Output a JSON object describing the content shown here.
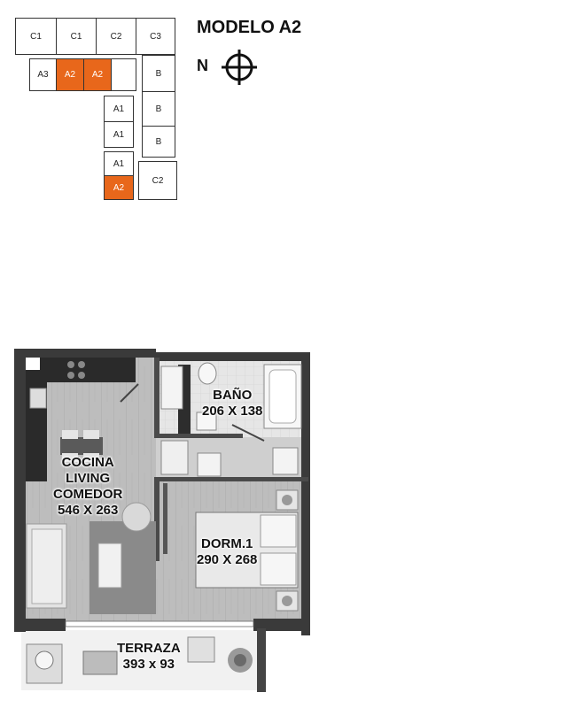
{
  "header": {
    "title": "MODELO A2",
    "north_label": "N"
  },
  "key_plan": {
    "units": [
      "C1",
      "C1",
      "C2",
      "C3",
      "A3",
      "A2",
      "A2",
      "B",
      "B",
      "A1",
      "A1",
      "B",
      "A1",
      "A2",
      "C2"
    ],
    "highlight_color": "#e8671b"
  },
  "rooms": {
    "living": {
      "line1": "COCINA",
      "line2": "LIVING",
      "line3": "COMEDOR",
      "dims": "546 X 263"
    },
    "bath": {
      "name": "BAÑO",
      "dims": "206 X 138"
    },
    "bedroom": {
      "name": "DORM.1",
      "dims": "290 X 268"
    },
    "terrace": {
      "name": "TERRAZA",
      "dims": "393 x 93"
    }
  }
}
